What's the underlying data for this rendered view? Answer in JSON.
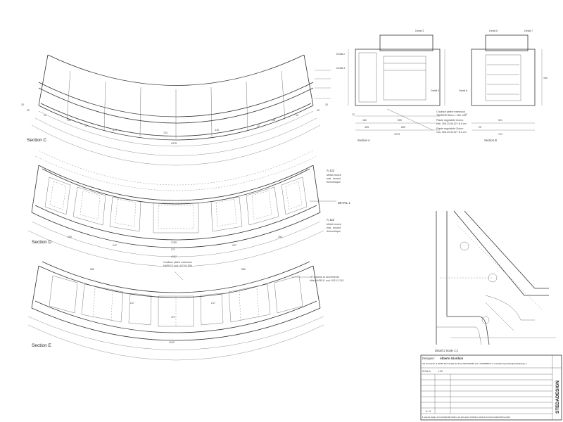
{
  "sections": {
    "c": {
      "label": "Section C",
      "dims": [
        "20",
        "25",
        "12",
        "726",
        "12",
        "476",
        "724",
        "476",
        "12",
        "726",
        "12",
        "25",
        "20",
        "4378"
      ]
    },
    "d": {
      "label": "Section D",
      "dims": [
        "250",
        "247",
        "371",
        "247",
        "250",
        "3780",
        "4192"
      ],
      "callouts": [
        "A-122",
        "Metal bronze",
        "mat - brused",
        "thermolaque",
        "A-122",
        "Metal bronze",
        "mat - brused",
        "thermolaque"
      ],
      "detail_ref": "DETAIL 1"
    },
    "e": {
      "label": "Section E",
      "note1": [
        "Coulisse pleine extension",
        "HAFELE cod. 422 91 506"
      ],
      "note2": [
        "LR colonna di scorrimento",
        "ditta HAFELE cod. 633 13 210"
      ],
      "dims": [
        "550",
        "217",
        "371",
        "217",
        "550",
        "4192"
      ]
    },
    "a": {
      "label": "Section A",
      "details": [
        "Detail 3",
        "Detail 2",
        "Detail 4",
        "Detail 5"
      ],
      "dims": [
        "1075",
        "305",
        "895",
        "180",
        "500",
        "12"
      ],
      "notes": [
        "Coulisse pleine extension",
        "TANDEM 85um L.400 mm",
        "Plaste regolabile Cromo",
        "cod. 308.23.90.02 +8.5 cm",
        "Plaste regolabile Cromo",
        "cod. 308.23.90.02 +8.5 cm"
      ]
    },
    "b": {
      "label": "Section B",
      "details": [
        "Detail 6",
        "Detail 7",
        "Detail 8"
      ],
      "dims": [
        "731",
        "521",
        "25",
        "160",
        "12"
      ]
    }
  },
  "detail1": {
    "label": "Detail 1 Scale 1:2"
  },
  "title_block": {
    "designer_label": "Designer:",
    "designer_name": "Alberto Giordani",
    "address": "Via Tomanichi, 8 20052 Monza (MI) Tel./Fax 039/2320050 Cell. 334/0588476 e-mail albertogiordani@stedatdesign.it",
    "row_label": "SCALA",
    "row_value": "1:20",
    "sig": "A. G.",
    "logo": "STEDADESIGN",
    "footer": "Il presente disegno è di proprietà dello studio e non può essere riprodotto o ceduto a terzi senza autorizzazione scritta"
  }
}
